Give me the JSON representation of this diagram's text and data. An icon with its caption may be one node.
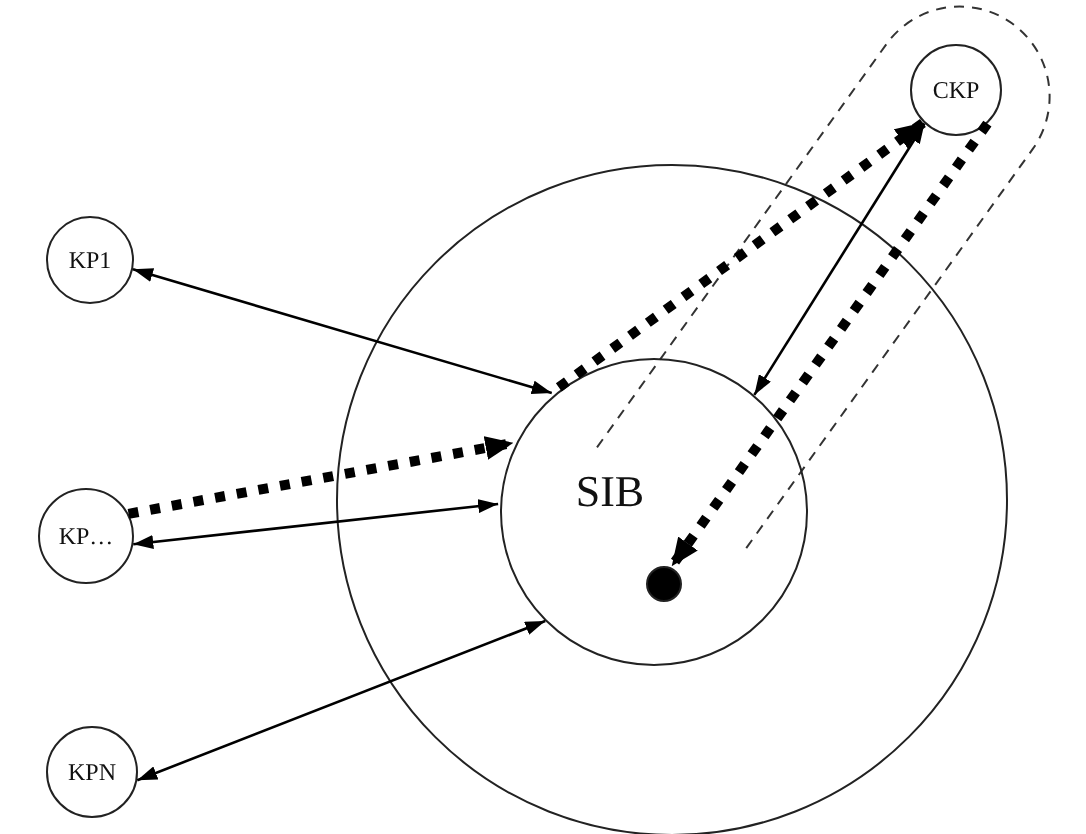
{
  "diagram": {
    "nodes": [
      {
        "text": [
          "CKP"
        ]
      },
      {
        "text": [
          "KP1"
        ]
      },
      {
        "text": [],
        "shape": "circle"
      },
      {
        "text": [
          "SIB"
        ],
        "in": 2
      },
      {
        "text": [],
        "shape": "circle",
        "in": 3
      },
      {
        "text": [
          "KP…"
        ]
      },
      {
        "text": [
          "KPN"
        ]
      }
    ],
    "edges": [
      {
        "from": 1,
        "to": 3,
        "arrow": "both"
      },
      {
        "from": 5,
        "to": 3,
        "arrow": "both"
      },
      {
        "from": 6,
        "to": 3,
        "arrow": "both"
      },
      {
        "from": 0,
        "to": 3,
        "arrow": "both"
      },
      {
        "from": 5,
        "to": 3,
        "arrow": "to",
        "style": "dashed"
      },
      {
        "from": 3,
        "to": 0,
        "arrow": "to",
        "style": "dashed"
      },
      {
        "from": 0,
        "to": 4,
        "arrow": "to",
        "style": "dashed"
      }
    ]
  }
}
